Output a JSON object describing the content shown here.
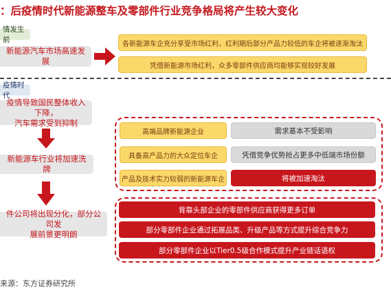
{
  "title": "：后疫情时代新能源整车及零部件行业竞争格局将产生较大变化",
  "pre_epidemic": {
    "tag": "情发生前",
    "left_box": "新能源汽车市场高速发展",
    "right_boxes": [
      "各新能源车企充分享受市场红利，红利期后部分产品力较低的车企将被逐渐淘汰",
      "凭借新能源市场红利，众多零部件供应商均能够实现较好发展"
    ]
  },
  "post_epidemic": {
    "tag": "疫情时代",
    "steps": [
      {
        "line1": "疫情导致国民整体收入下降，",
        "line2": "汽车需求受到抑制"
      },
      {
        "line1": "新能源车行业将加速洗牌",
        "line2": ""
      },
      {
        "line1": "件公司将出现分化，部分公司发",
        "line2": "展前景更明朗"
      }
    ],
    "oem_rows": [
      {
        "left": "高端品牌新能源企业",
        "right": "需求基本不受影响"
      },
      {
        "left": "具备高产品力的大众定位车企",
        "right": "凭借竞争优势抢占更多中低端市场份额"
      },
      {
        "left": "产品及技术实力较弱的新能源车企",
        "right": "将被加速淘汰"
      }
    ],
    "supplier_rows": [
      "背靠头部企业的零部件供应商获得更多订单",
      "部分零部件企业通过拓展品类、升级产品等方式提升综合竞争力",
      "部分零部件企业以Tier0.5级合作模式提升产业链话语权"
    ]
  },
  "source": "来源：东方证券研究所",
  "colors": {
    "accent_red": "#c8161d",
    "yellow": "#fbd86a",
    "grey": "#e6e6e6",
    "tag_green": "#e2ecd6",
    "tag_blue": "#dfe7f2"
  }
}
